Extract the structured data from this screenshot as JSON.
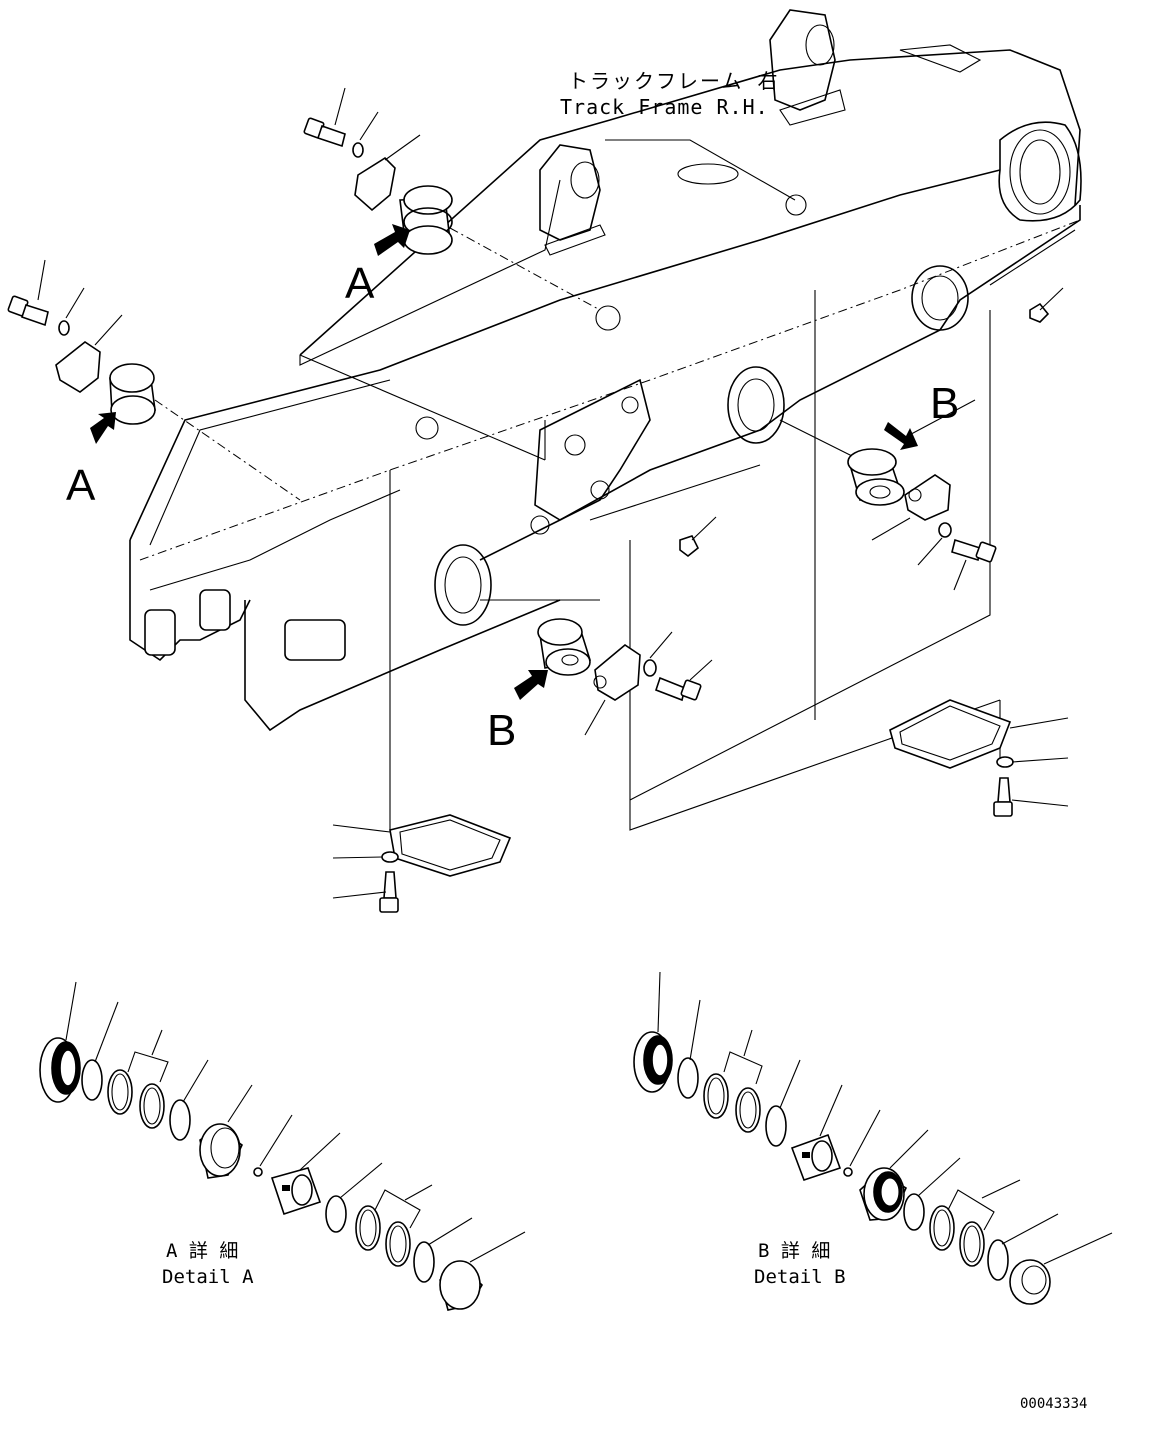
{
  "title": {
    "ja": "トラックフレーム 右",
    "en": "Track Frame R.H."
  },
  "view_labels": {
    "a_upper": "A",
    "a_left": "A",
    "b_right": "B",
    "b_lower": "B"
  },
  "detail_a": {
    "ja": "A 詳 細",
    "en": "Detail A"
  },
  "detail_b": {
    "ja": "B 詳 細",
    "en": "Detail B"
  },
  "drawing_number": "00043334",
  "colors": {
    "line": "#000000",
    "background": "#ffffff"
  }
}
